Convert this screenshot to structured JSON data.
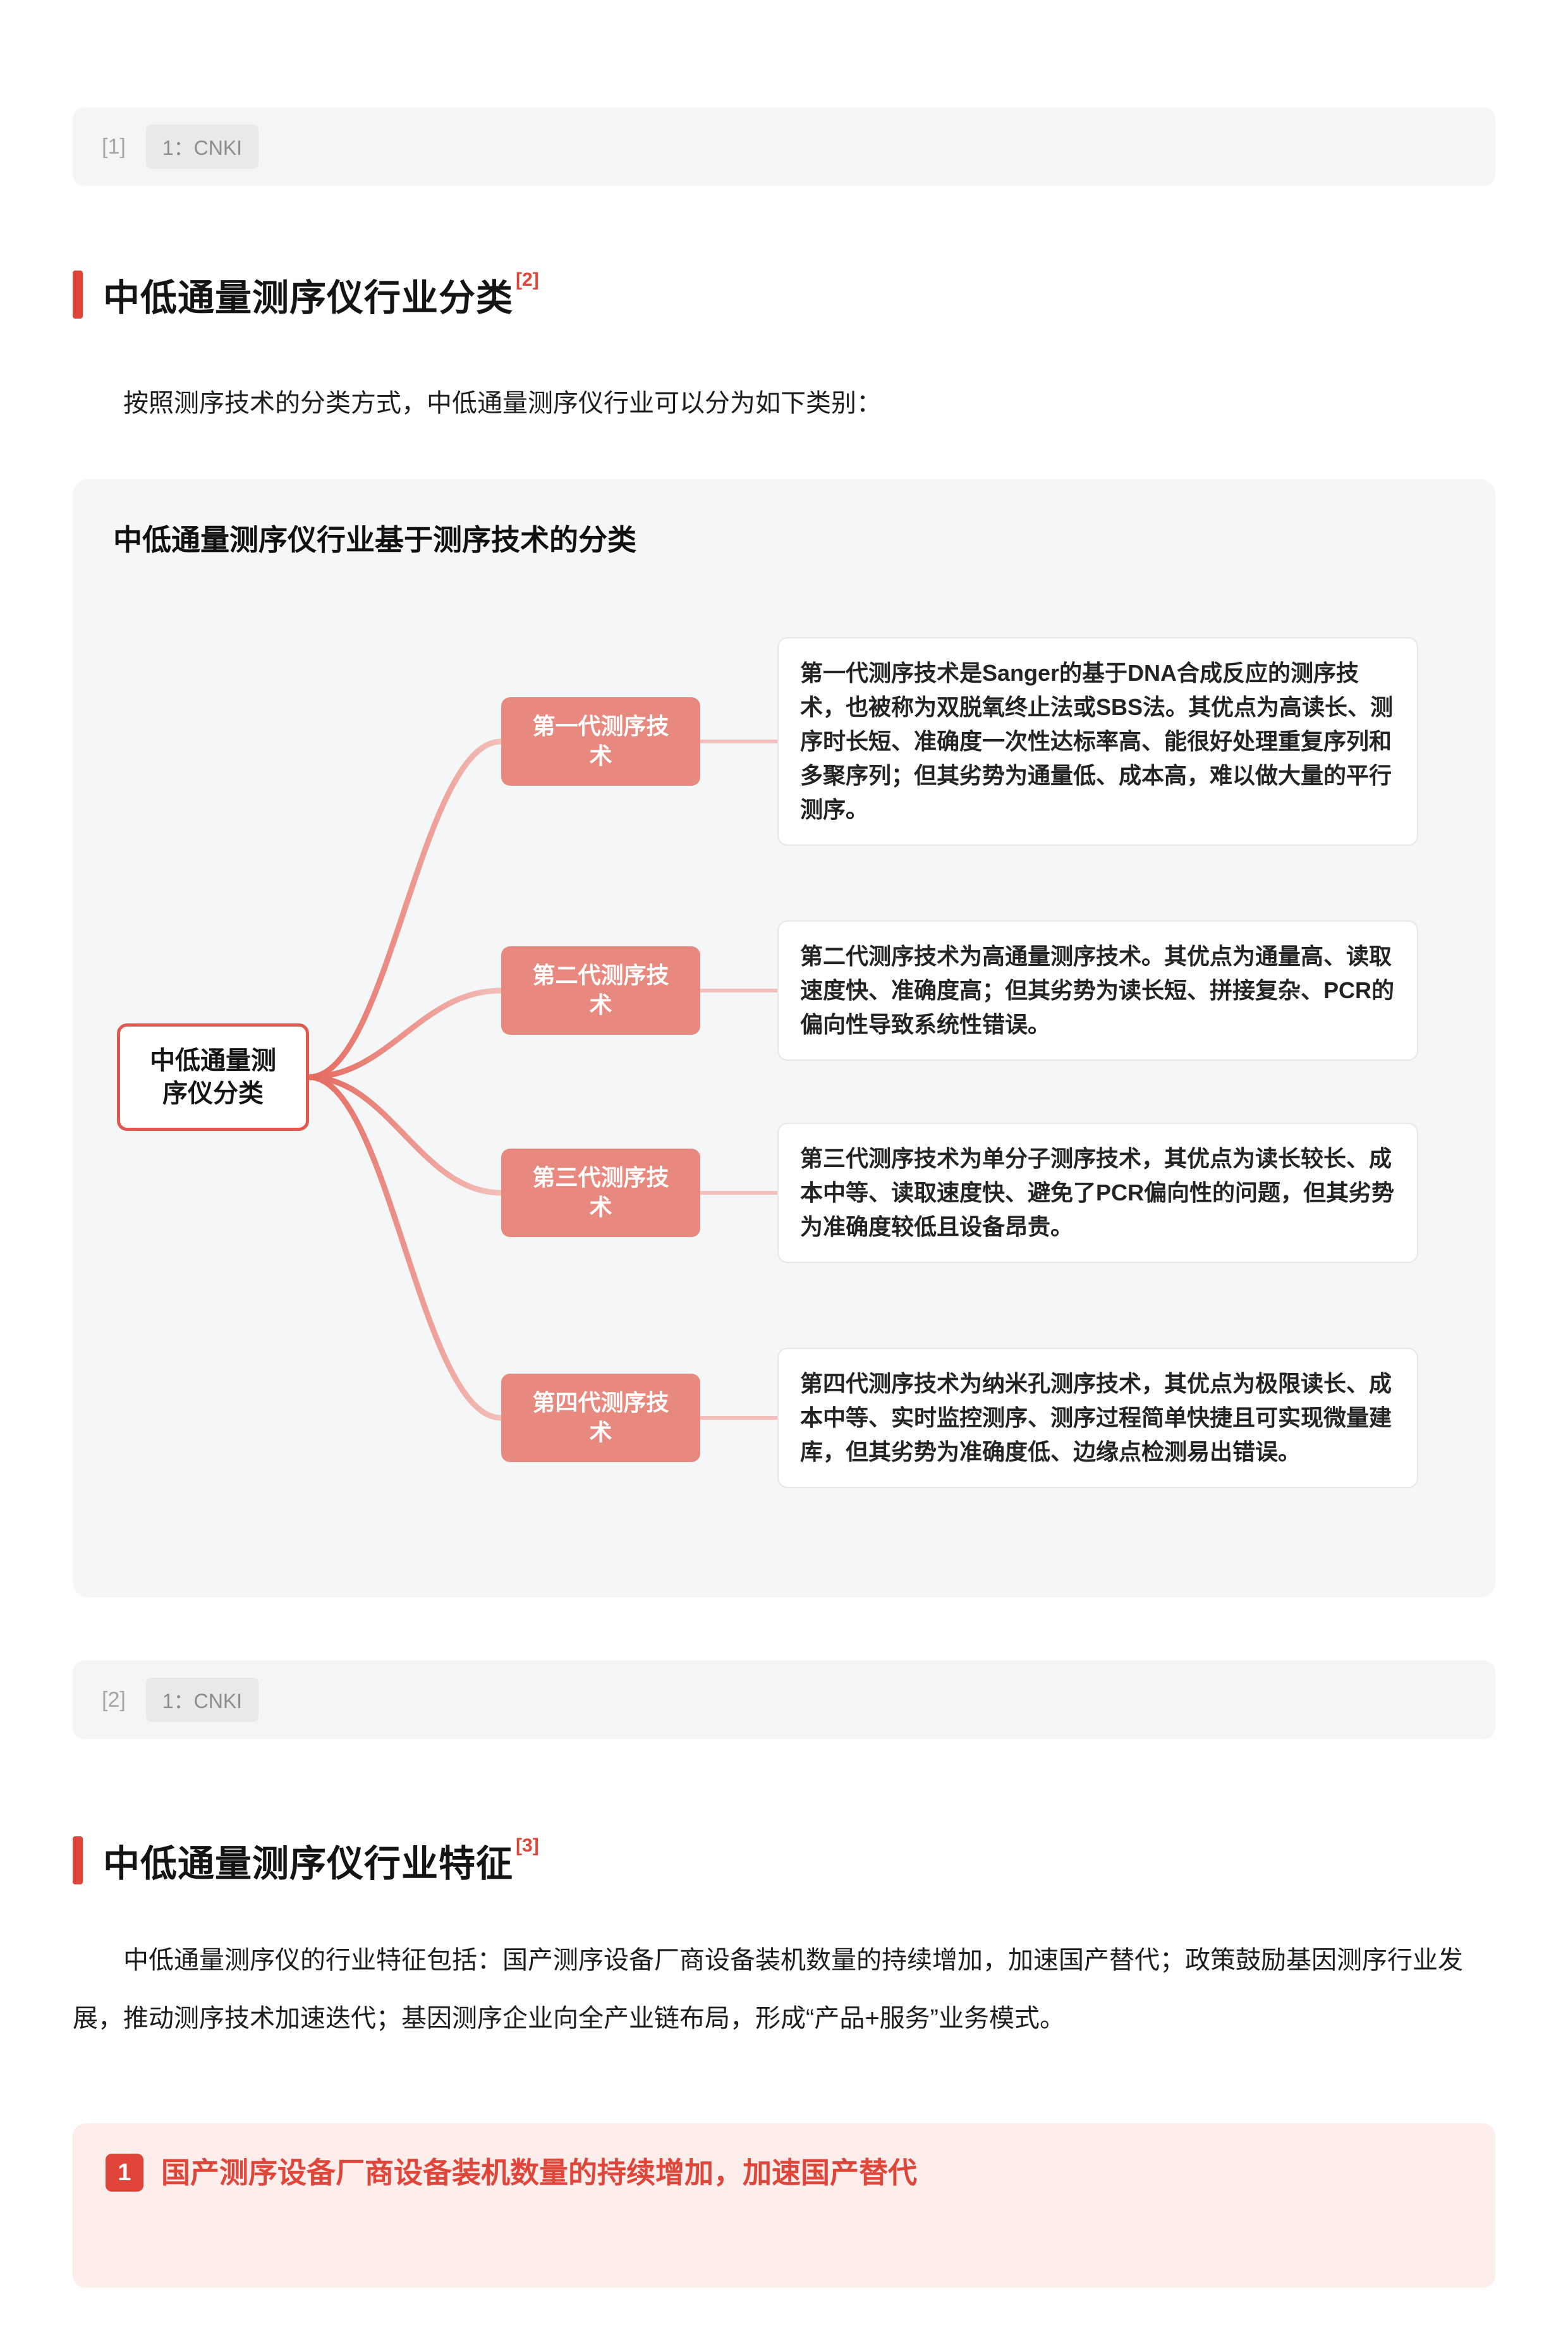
{
  "colors": {
    "accent": "#e0453a",
    "node_bg": "#e8897f",
    "panel_bg": "#f5f6f7",
    "feature_bg": "#fdeeec"
  },
  "citations": [
    {
      "ref": "[1]",
      "badge": "1：CNKI"
    },
    {
      "ref": "[2]",
      "badge": "1：CNKI"
    }
  ],
  "sections": [
    {
      "title": "中低通量测序仪行业分类",
      "sup": "[2]"
    },
    {
      "title": "中低通量测序仪行业特征",
      "sup": "[3]"
    }
  ],
  "paragraphs": [
    "按照测序技术的分类方式，中低通量测序仪行业可以分为如下类别：",
    "中低通量测序仪的行业特征包括：国产测序设备厂商设备装机数量的持续增加，加速国产替代；政策鼓励基因测序行业发展，推动测序技术加速迭代；基因测序企业向全产业链布局，形成“产品+服务”业务模式。"
  ],
  "diagram": {
    "title": "中低通量测序仪行业基于测序技术的分类",
    "root": "中低通量测序仪分类",
    "branches": [
      {
        "label": "第一代测序技术",
        "desc": "第一代测序技术是Sanger的基于DNA合成反应的测序技术，也被称为双脱氧终止法或SBS法。其优点为高读长、测序时长短、准确度一次性达标率高、能很好处理重复序列和多聚序列；但其劣势为通量低、成本高，难以做大量的平行测序。"
      },
      {
        "label": "第二代测序技术",
        "desc": "第二代测序技术为高通量测序技术。其优点为通量高、读取速度快、准确度高；但其劣势为读长短、拼接复杂、PCR的偏向性导致系统性错误。"
      },
      {
        "label": "第三代测序技术",
        "desc": "第三代测序技术为单分子测序技术，其优点为读长较长、成本中等、读取速度快、避免了PCR偏向性的问题，但其劣势为准确度较低且设备昂贵。"
      },
      {
        "label": "第四代测序技术",
        "desc": "第四代测序技术为纳米孔测序技术，其优点为极限读长、成本中等、实时监控测序、测序过程简单快捷且可实现微量建库，但其劣势为准确度低、边缘点检测易出错误。"
      }
    ]
  },
  "feature": {
    "num": "1",
    "text": "国产测序设备厂商设备装机数量的持续增加，加速国产替代"
  }
}
